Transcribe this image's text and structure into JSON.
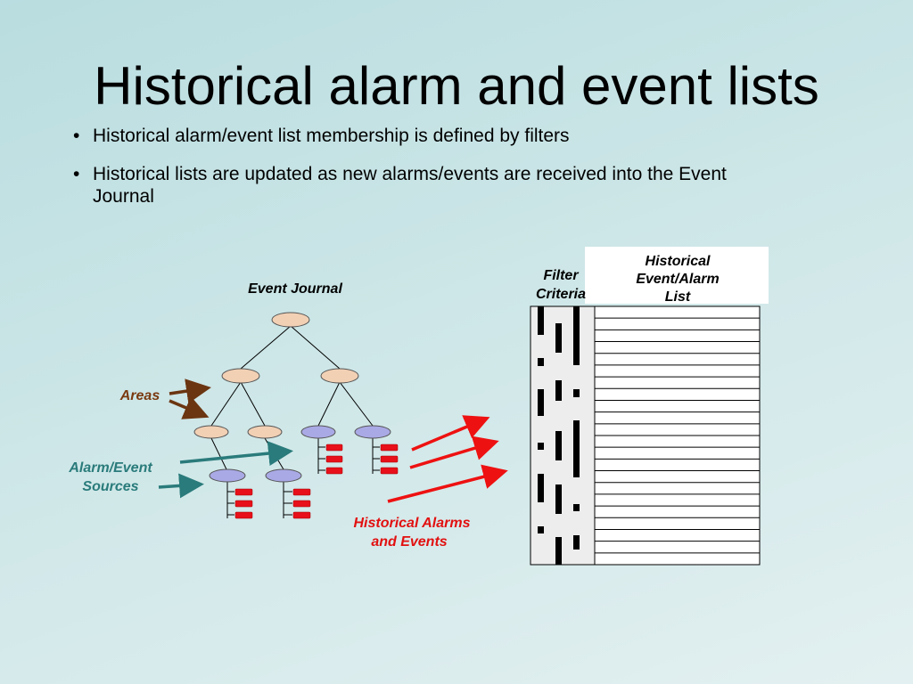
{
  "slide": {
    "title": "Historical alarm and event lists",
    "bullets": [
      "Historical alarm/event list membership is defined by filters",
      "Historical lists are updated as new alarms/events are received into the Event Journal"
    ]
  },
  "diagram": {
    "event_journal_label": "Event Journal",
    "areas_label": "Areas",
    "sources_label_line1": "Alarm/Event",
    "sources_label_line2": "Sources",
    "historical_label_line1": "Historical Alarms",
    "historical_label_line2": "and Events",
    "filter_label_line1": "Filter",
    "filter_label_line2": "Criteria",
    "list_label_line1": "Historical",
    "list_label_line2": "Event/Alarm",
    "list_label_line3": "List"
  },
  "colors": {
    "area_node": "#f2d0b4",
    "source_node": "#a9a9e6",
    "alarm_box": "#e8101a",
    "areas_arrow": "#6b3511",
    "sources_arrow": "#2a7b7b",
    "red_arrow": "#ee1111",
    "areas_text": "#7a3a10",
    "sources_text": "#2a7b7b",
    "historical_text": "#e21010"
  }
}
